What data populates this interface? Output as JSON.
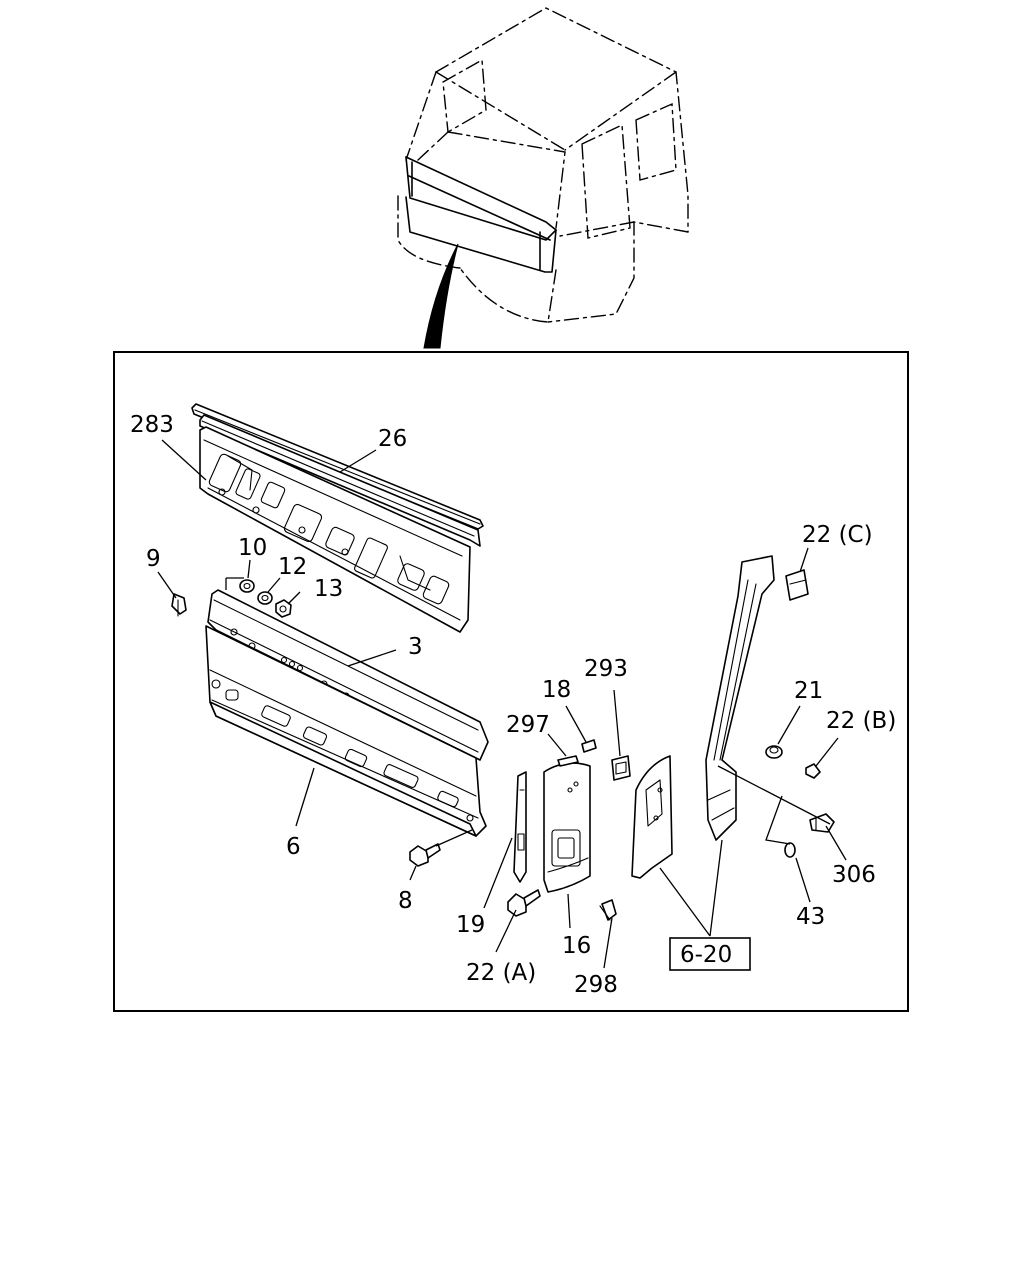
{
  "labels": {
    "l283": "283",
    "l26": "26",
    "l9": "9",
    "l10": "10",
    "l12": "12",
    "l13": "13",
    "l3": "3",
    "l6": "6",
    "l8": "8",
    "l19": "19",
    "l22a": "22 (A)",
    "l16": "16",
    "l298": "298",
    "l18": "18",
    "l297": "297",
    "l293": "293",
    "l22c": "22 (C)",
    "l21": "21",
    "l22b": "22 (B)",
    "l306": "306",
    "l43": "43",
    "l620": "6-20"
  }
}
